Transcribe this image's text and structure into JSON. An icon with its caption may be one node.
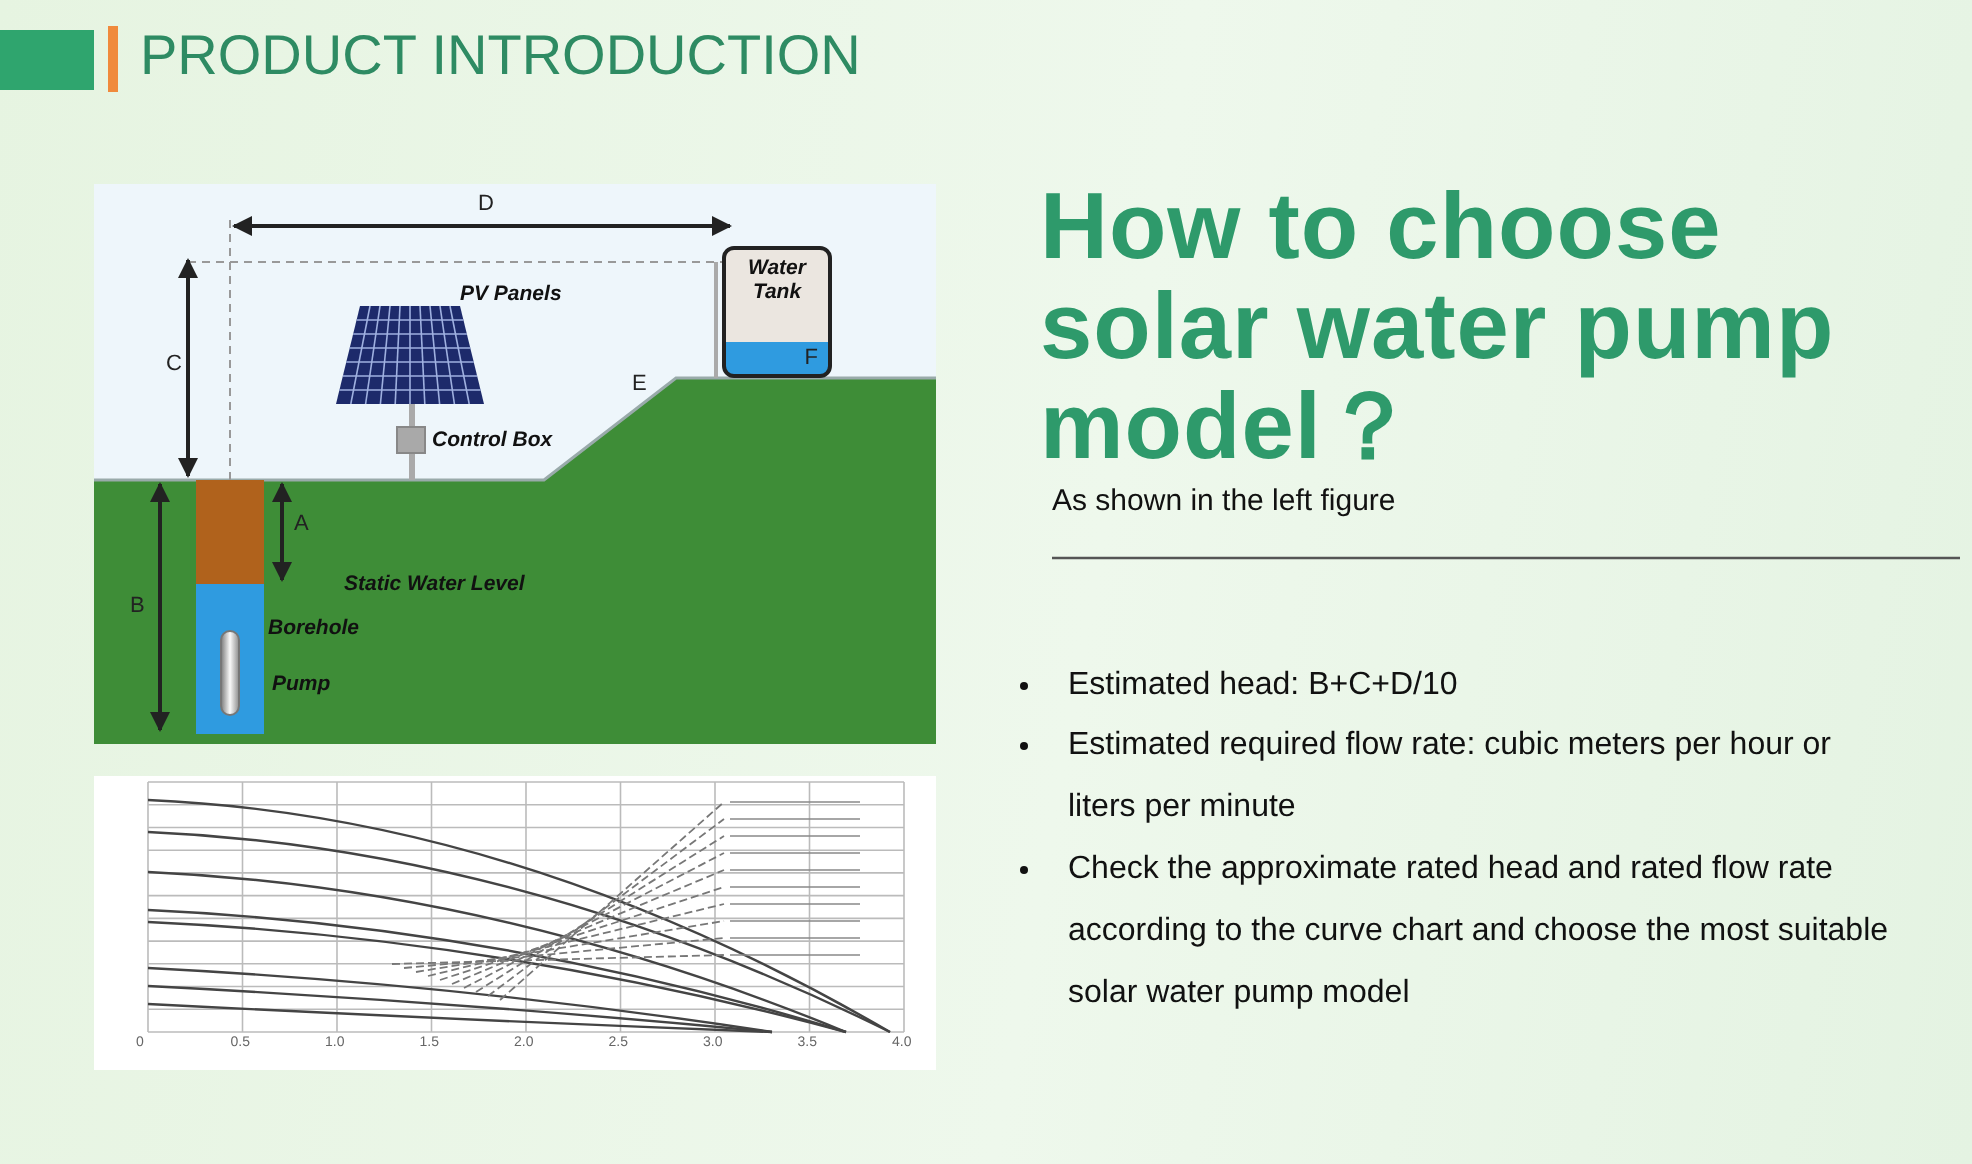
{
  "diagram": {
    "title": "PRODUCT INTRODUCTION",
    "nodes": [
      {
        "text": [],
        "shape": "picture",
        "beside": [
          "PV Panels"
        ]
      },
      {
        "text": [],
        "shape": "box",
        "beside": [
          "Control Box"
        ]
      },
      {
        "text": [
          "Water Tank",
          "F"
        ]
      },
      {
        "text": [],
        "shape": "bar",
        "beside": [
          "Borehole"
        ]
      },
      {
        "text": [],
        "shape": "cylinder",
        "in": 3,
        "beside": [
          "Pump"
        ]
      }
    ],
    "labels": [
      "D",
      "C",
      "E",
      "A",
      "Static Water Level",
      "B",
      "0",
      "0.5",
      "1.0",
      "1.5",
      "2.0",
      "2.5",
      "3.0",
      "3.5",
      "4.0",
      "How to choose solar water pump model？",
      "As shown in the left figure",
      "Estimated head: B+C+D/10",
      "Estimated required flow rate: cubic meters per hour or liters per minute",
      "Check the approximate rated head and rated flow rate according to the curve chart and choose the most suitable solar water pump model"
    ]
  }
}
